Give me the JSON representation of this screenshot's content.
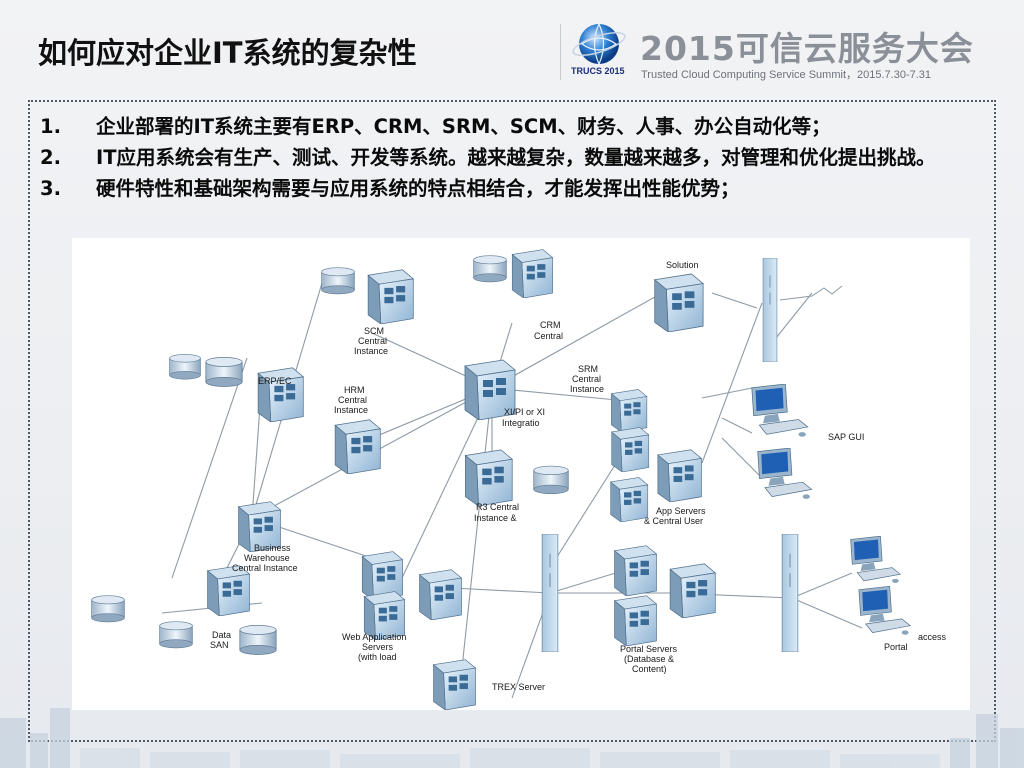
{
  "header": {
    "slide_title": "如何应对企业IT系统的复杂性",
    "event_logo_text": "TRUCS 2015",
    "event_title": "2015可信云服务大会",
    "event_subtitle": "Trusted Cloud Computing Service Summit，2015.7.30-7.31"
  },
  "bullets": [
    {
      "num": "1.",
      "text": "企业部署的IT系统主要有ERP、CRM、SRM、SCM、财务、人事、办公自动化等；"
    },
    {
      "num": "2.",
      "text": "IT应用系统会有生产、测试、开发等系统。越来越复杂，数量越来越多，对管理和优化提出挑战。"
    },
    {
      "num": "3.",
      "text": "硬件特性和基础架构需要与应用系统的特点相结合，才能发挥出性能优势；"
    }
  ],
  "diagram": {
    "labels": {
      "solution": "Solution",
      "crm": [
        "CRM",
        "Central"
      ],
      "scm": [
        "SCM",
        "Central",
        "Instance"
      ],
      "srm": [
        "SRM",
        "Central",
        "Instance"
      ],
      "erp": [
        "ERP/EC"
      ],
      "hrm": [
        "HRM",
        "Central",
        "Instance"
      ],
      "xi": [
        "XI/PI or XI",
        "Integratio"
      ],
      "sap_gui": "SAP GUI",
      "r3": [
        "R3 Central",
        "Instance &"
      ],
      "app_servers": [
        "App Servers",
        "& Central User"
      ],
      "bw": [
        "Business",
        "Warehouse",
        "Central Instance"
      ],
      "data_san": [
        "Data",
        "SAN"
      ],
      "web_app": [
        "Web Application",
        "Servers",
        "(with load"
      ],
      "portal_servers": [
        "Portal Servers",
        "(Database &",
        "Content)"
      ],
      "trex": "TREX Server",
      "access": "access",
      "portal": "Portal"
    }
  }
}
